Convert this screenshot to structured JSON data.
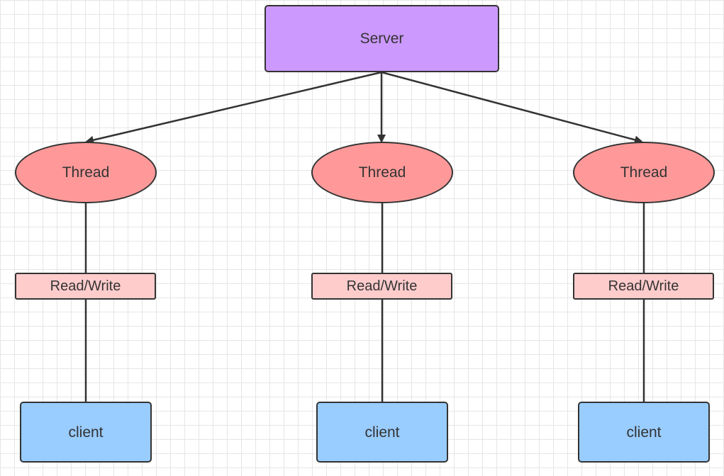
{
  "diagram": {
    "server": {
      "label": "Server"
    },
    "branches": [
      {
        "thread_label": "Thread",
        "io_label": "Read/Write",
        "client_label": "client"
      },
      {
        "thread_label": "Thread",
        "io_label": "Read/Write",
        "client_label": "client"
      },
      {
        "thread_label": "Thread",
        "io_label": "Read/Write",
        "client_label": "client"
      }
    ]
  },
  "colors": {
    "server_fill": "#cc99ff",
    "thread_fill": "#ff9999",
    "read_write_fill": "#ffcccc",
    "client_fill": "#99ccff",
    "stroke": "#333333",
    "grid": "#e6e6e6"
  }
}
